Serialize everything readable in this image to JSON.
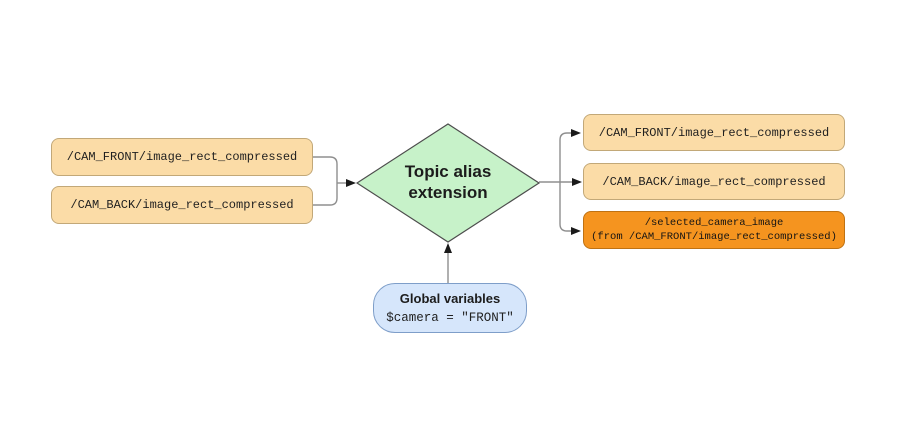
{
  "diagram": {
    "processor": {
      "label": "Topic alias extension"
    },
    "inputs": [
      {
        "label": "/CAM_FRONT/image_rect_compressed"
      },
      {
        "label": "/CAM_BACK/image_rect_compressed"
      }
    ],
    "outputs": [
      {
        "label": "/CAM_FRONT/image_rect_compressed"
      },
      {
        "label": "/CAM_BACK/image_rect_compressed"
      },
      {
        "label_line1": "/selected_camera_image",
        "label_line2": "(from /CAM_FRONT/image_rect_compressed)"
      }
    ],
    "globals": {
      "title": "Global variables",
      "value": "$camera = \"FRONT\""
    },
    "edges": [
      {
        "from": "/CAM_FRONT/image_rect_compressed (input)",
        "to": "Topic alias extension"
      },
      {
        "from": "/CAM_BACK/image_rect_compressed (input)",
        "to": "Topic alias extension"
      },
      {
        "from": "Global variables",
        "to": "Topic alias extension"
      },
      {
        "from": "Topic alias extension",
        "to": "/CAM_FRONT/image_rect_compressed (output)"
      },
      {
        "from": "Topic alias extension",
        "to": "/CAM_BACK/image_rect_compressed (output)"
      },
      {
        "from": "Topic alias extension",
        "to": "/selected_camera_image (output)"
      }
    ],
    "colors": {
      "input_topic_fill": "#FBDCA7",
      "input_topic_border": "#C2A878",
      "processor_fill": "#C7F2C9",
      "processor_border": "#4D4D4D",
      "alias_output_fill": "#F5941F",
      "alias_output_border": "#BF7213",
      "globals_fill": "#D6E6FB",
      "globals_border": "#7E9EC9",
      "connector_line": "#8F8F8F",
      "arrowhead": "#1A1A1A"
    }
  }
}
